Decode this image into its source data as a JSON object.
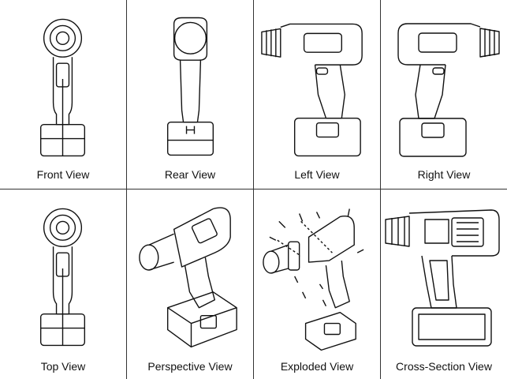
{
  "views": [
    {
      "label": "Front View"
    },
    {
      "label": "Rear View"
    },
    {
      "label": "Left View"
    },
    {
      "label": "Right View"
    },
    {
      "label": "Top View"
    },
    {
      "label": "Perspective View"
    },
    {
      "label": "Exploded View"
    },
    {
      "label": "Cross-Section View"
    }
  ]
}
